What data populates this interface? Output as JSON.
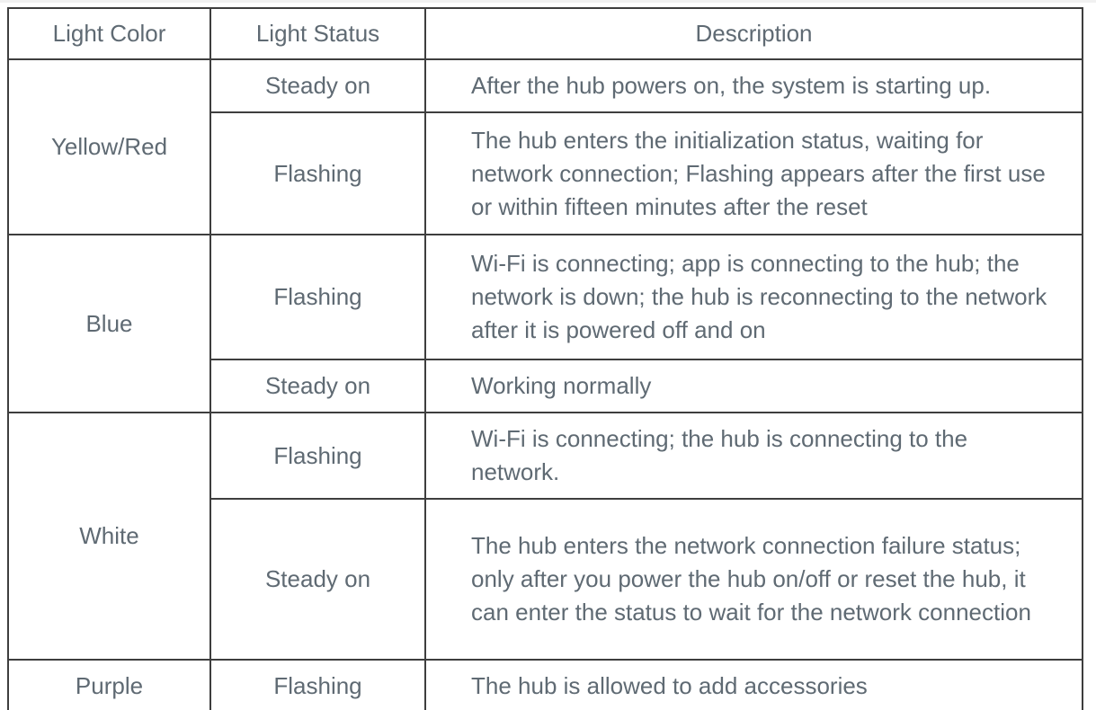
{
  "table": {
    "headers": [
      "Light Color",
      "Light Status",
      "Description"
    ],
    "groups": [
      {
        "color": "Yellow/Red",
        "rows": [
          {
            "status": "Steady on",
            "description": "After the hub powers on, the system is starting up."
          },
          {
            "status": "Flashing",
            "description": "The hub enters the initialization status, waiting for network connection; Flashing appears after the first use or within fifteen minutes after the reset"
          }
        ]
      },
      {
        "color": "Blue",
        "rows": [
          {
            "status": "Flashing",
            "description": "Wi-Fi is connecting; app is connecting to the hub; the network is down; the hub is reconnecting to the network after it is powered off and on"
          },
          {
            "status": "Steady on",
            "description": "Working normally"
          }
        ]
      },
      {
        "color": "White",
        "rows": [
          {
            "status": "Flashing",
            "description": "Wi-Fi is connecting; the hub is connecting to the network."
          },
          {
            "status": "Steady on",
            "description": "The hub enters the network connection failure status; only after you power the hub on/off or reset the hub, it can enter the status to wait for the network connection"
          }
        ]
      },
      {
        "color": "Purple",
        "rows": [
          {
            "status": "Flashing",
            "description": "The hub is allowed to add accessories"
          }
        ]
      }
    ],
    "style_colors": {
      "text": "#5f6a73",
      "border": "#3e3e3e",
      "background": "#ffffff"
    }
  }
}
